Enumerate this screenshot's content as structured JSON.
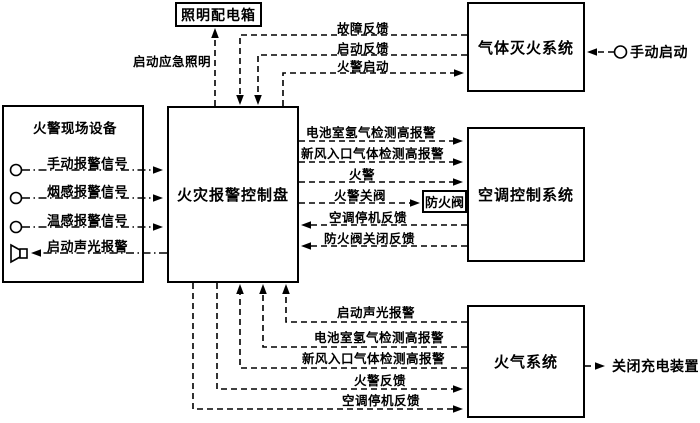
{
  "diagram": {
    "background": "#ffffff",
    "line_color": "#000000",
    "boxes": {
      "lighting": {
        "label": "照明配电箱"
      },
      "site": {
        "title": "火警现场设备"
      },
      "control": {
        "label": "火灾报警控制盘"
      },
      "gas": {
        "label": "气体灭火系统"
      },
      "ac": {
        "label": "空调控制系统"
      },
      "damper": {
        "label": "防火阀"
      },
      "fire_gas": {
        "label": "火气系统"
      }
    },
    "site_signals": [
      {
        "label": "手动报警信号",
        "icon": "detector-circle-icon"
      },
      {
        "label": "烟感报警信号",
        "icon": "detector-circle-icon"
      },
      {
        "label": "温感报警信号",
        "icon": "detector-circle-icon"
      },
      {
        "label": "启动声光报警",
        "icon": "speaker-icon"
      }
    ],
    "flows": {
      "emergency_lighting": "启动应急照明",
      "fault_feedback": "故障反馈",
      "start_feedback": "启动反馈",
      "fire_start": "火警启动",
      "manual_start": "手动启动",
      "battery_h2_to_ac": "电池室氢气检测高报警",
      "fresh_air_to_ac": "新风入口气体检测高报警",
      "fire_alarm": "火警",
      "fire_close_valve": "火警关阀",
      "ac_stop_feedback": "空调停机反馈",
      "damper_closed_feedback": "防火阀关闭反馈",
      "start_av_alarm": "启动声光报警",
      "battery_h2_from_firegas": "电池室氢气检测高报警",
      "fresh_air_from_firegas": "新风入口气体检测高报警",
      "fire_feedback": "火警反馈",
      "ac_stop_to_firegas": "空调停机反馈",
      "close_charger": "关闭充电装置"
    }
  }
}
